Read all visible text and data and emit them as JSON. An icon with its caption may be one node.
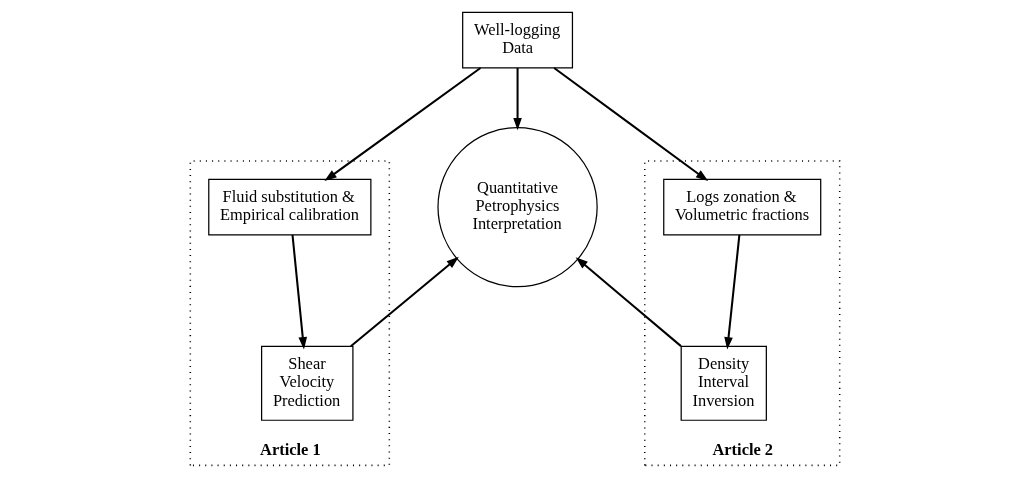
{
  "diagram": {
    "nodes": [
      {
        "text": [
          "Article 1"
        ]
      },
      {
        "text": [
          "Fluid substitution & Empirical calibration"
        ],
        "in": 0
      },
      {
        "text": [
          "Shear Velocity Prediction"
        ],
        "in": 0
      },
      {
        "text": [
          "Well-logging Data"
        ]
      },
      {
        "text": [
          "Quantitative Petrophysics Interpretation"
        ]
      },
      {
        "text": [
          "Article 2"
        ]
      },
      {
        "text": [
          "Logs zonation & Volumetric fractions"
        ],
        "in": 5
      },
      {
        "text": [
          "Density Interval Inversion"
        ],
        "in": 5
      }
    ],
    "edges": [
      {
        "from": 3,
        "to": 1,
        "arrow": "to"
      },
      {
        "from": 3,
        "to": 6,
        "arrow": "to"
      },
      {
        "from": 3,
        "to": 4,
        "arrow": "to"
      },
      {
        "from": 1,
        "to": 2,
        "arrow": "to"
      },
      {
        "from": 6,
        "to": 7,
        "arrow": "to"
      },
      {
        "from": 2,
        "to": 4,
        "arrow": "to"
      },
      {
        "from": 7,
        "to": 4,
        "arrow": "to"
      }
    ]
  }
}
